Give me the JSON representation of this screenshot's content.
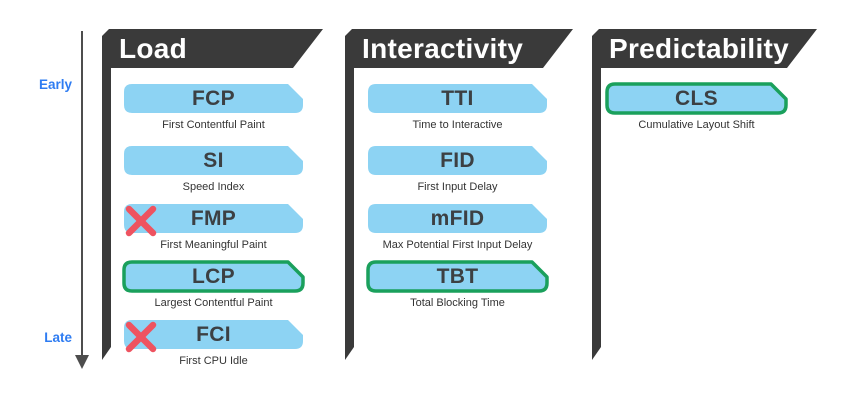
{
  "axis": {
    "early_label": "Early",
    "late_label": "Late"
  },
  "columns": [
    {
      "title": "Load",
      "metrics": [
        {
          "abbr": "FCP",
          "name": "First Contentful Paint",
          "status": "normal"
        },
        {
          "abbr": "SI",
          "name": "Speed Index",
          "status": "normal"
        },
        {
          "abbr": "FMP",
          "name": "First Meaningful Paint",
          "status": "deprecated"
        },
        {
          "abbr": "LCP",
          "name": "Largest Contentful Paint",
          "status": "recommended"
        },
        {
          "abbr": "FCI",
          "name": "First CPU Idle",
          "status": "deprecated"
        }
      ]
    },
    {
      "title": "Interactivity",
      "metrics": [
        {
          "abbr": "TTI",
          "name": "Time to Interactive",
          "status": "normal"
        },
        {
          "abbr": "FID",
          "name": "First Input Delay",
          "status": "normal"
        },
        {
          "abbr": "mFID",
          "name": "Max Potential First Input Delay",
          "status": "normal"
        },
        {
          "abbr": "TBT",
          "name": "Total Blocking Time",
          "status": "recommended"
        }
      ]
    },
    {
      "title": "Predictability",
      "metrics": [
        {
          "abbr": "CLS",
          "name": "Cumulative Layout Shift",
          "status": "recommended"
        }
      ]
    }
  ],
  "colors": {
    "header_bg": "#3a3a3a",
    "header_text": "#ffffff",
    "pill_fill": "#8dd3f3",
    "pill_text": "#3c4043",
    "highlight_border": "#1aa05c",
    "deprecated_cross": "#ee5360",
    "axis_label": "#2e7cf2",
    "axis_line": "#4d4d4d"
  }
}
